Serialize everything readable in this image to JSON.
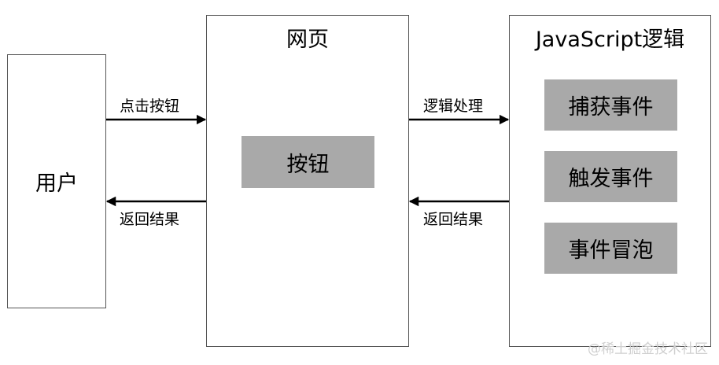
{
  "user": {
    "title": "用户"
  },
  "webpage": {
    "title": "网页",
    "button_label": "按钮"
  },
  "js_logic": {
    "title": "JavaScript逻辑",
    "steps": [
      "捕获事件",
      "触发事件",
      "事件冒泡"
    ]
  },
  "arrows": {
    "user_to_page": "点击按钮",
    "page_to_user": "返回结果",
    "page_to_js": "逻辑处理",
    "js_to_page": "返回结果"
  },
  "watermark": "@稀土掘金技术社区",
  "colors": {
    "box_border": "#555555",
    "button_fill": "#a9a9a9",
    "arrow": "#000000"
  }
}
